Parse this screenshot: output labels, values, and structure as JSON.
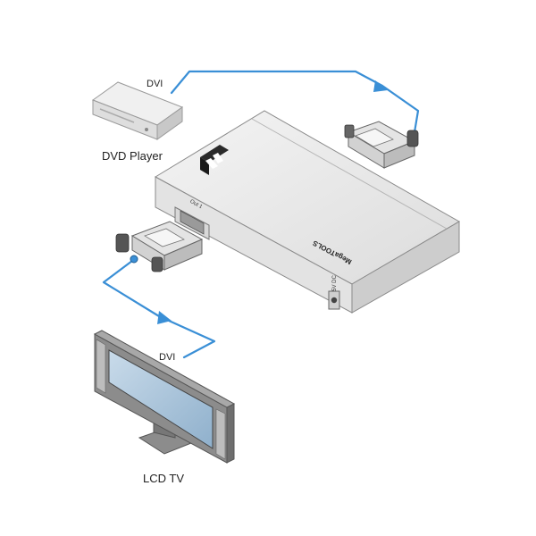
{
  "labels": {
    "dvi_top": "DVI",
    "dvd_player": "DVD Player",
    "dvi_bottom": "DVI",
    "lcd_tv": "LCD TV",
    "out_port": "Out 1",
    "brand": "MegaTOOLS",
    "dc_port": "5V DC"
  },
  "colors": {
    "cable": "#3a8fd6",
    "device_face": "#e6e6e6",
    "device_side": "#cfcfcf",
    "device_edge": "#8a8a8a",
    "tv_frame": "#8c8c8c",
    "tv_screen": "#a9c3db"
  },
  "icons": {
    "brand_logo": "kramer-logo-icon"
  }
}
